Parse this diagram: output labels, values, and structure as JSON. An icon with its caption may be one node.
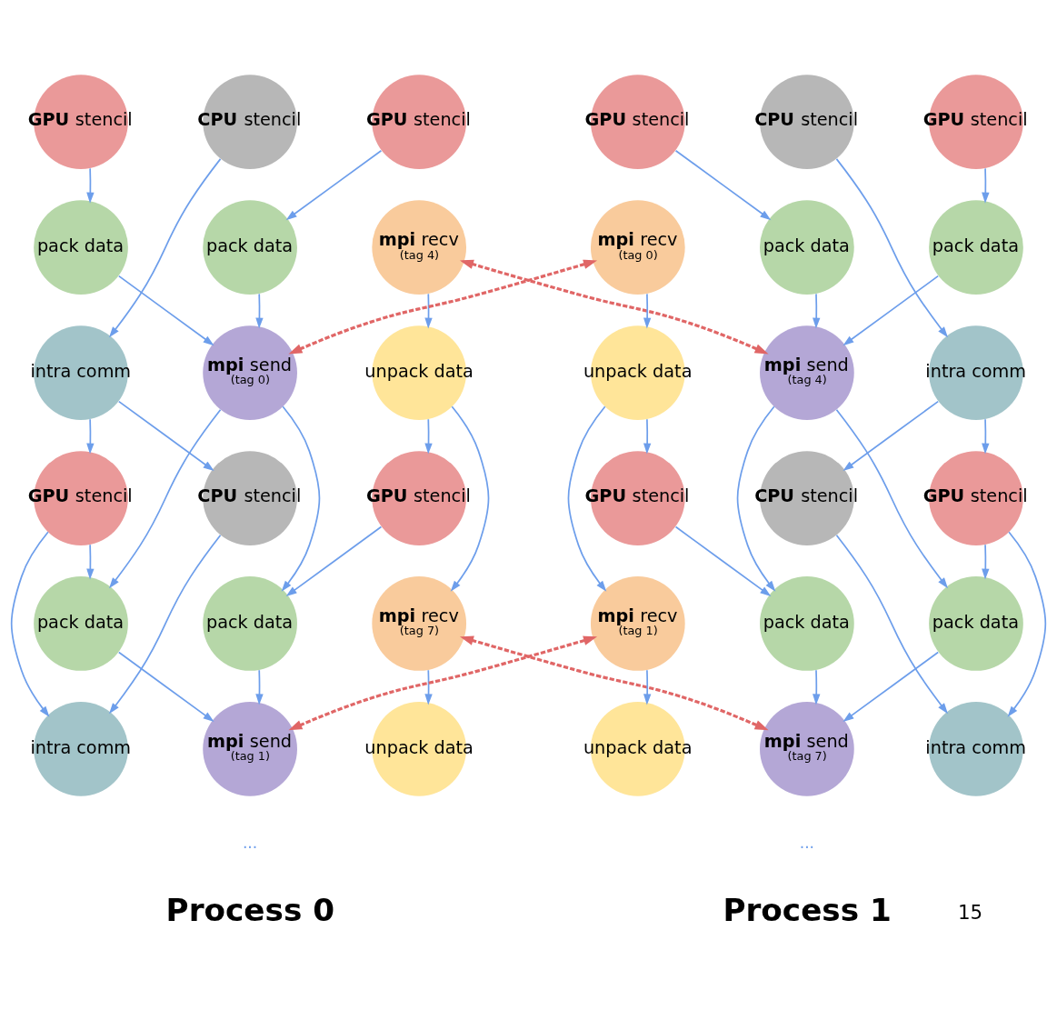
{
  "diagram": {
    "nodes": [
      {
        "text": [
          "**GPU** stencil"
        ]
      },
      {
        "text": [
          "**CPU** stencil"
        ]
      },
      {
        "text": [
          "**GPU** stencil"
        ]
      },
      {
        "text": [
          "pack data"
        ]
      },
      {
        "text": [
          "pack data"
        ]
      },
      {
        "text": [
          "**mpi** recv",
          "(tag 4)"
        ]
      },
      {
        "text": [
          "intra comm"
        ]
      },
      {
        "text": [
          "**mpi** send",
          "(tag 0)"
        ]
      },
      {
        "text": [
          "unpack data"
        ]
      },
      {
        "text": [
          "**GPU** stencil"
        ]
      },
      {
        "text": [
          "**CPU** stencil"
        ]
      },
      {
        "text": [
          "**GPU** stencil"
        ]
      },
      {
        "text": [
          "pack data"
        ]
      },
      {
        "text": [
          "pack data"
        ]
      },
      {
        "text": [
          "**mpi** recv",
          "(tag 7)"
        ]
      },
      {
        "text": [
          "intra comm"
        ]
      },
      {
        "text": [
          "**mpi** send",
          "(tag 1)"
        ]
      },
      {
        "text": [
          "unpack data"
        ]
      },
      {
        "text": [
          "**GPU** stencil"
        ]
      },
      {
        "text": [
          "**CPU** stencil"
        ]
      },
      {
        "text": [
          "**GPU** stencil"
        ]
      },
      {
        "text": [
          "**mpi** recv",
          "(tag 0)"
        ]
      },
      {
        "text": [
          "pack data"
        ]
      },
      {
        "text": [
          "pack data"
        ]
      },
      {
        "text": [
          "unpack data"
        ]
      },
      {
        "text": [
          "**mpi** send",
          "(tag 4)"
        ]
      },
      {
        "text": [
          "intra comm"
        ]
      },
      {
        "text": [
          "**GPU** stencil"
        ]
      },
      {
        "text": [
          "**CPU** stencil"
        ]
      },
      {
        "text": [
          "**GPU** stencil"
        ]
      },
      {
        "text": [
          "**mpi** recv",
          "(tag 1)"
        ]
      },
      {
        "text": [
          "pack data"
        ]
      },
      {
        "text": [
          "pack data"
        ]
      },
      {
        "text": [
          "unpack data"
        ]
      },
      {
        "text": [
          "**mpi** send",
          "(tag 7)"
        ]
      },
      {
        "text": [
          "intra comm"
        ]
      }
    ],
    "edges": [
      {
        "from": 0,
        "to": 3,
        "arrow": "to"
      },
      {
        "from": 1,
        "to": 6,
        "arrow": "to"
      },
      {
        "from": 2,
        "to": 4,
        "arrow": "to"
      },
      {
        "from": 3,
        "to": 7,
        "arrow": "to"
      },
      {
        "from": 4,
        "to": 7,
        "arrow": "to"
      },
      {
        "from": 5,
        "to": 8,
        "arrow": "to"
      },
      {
        "from": 6,
        "to": 9,
        "arrow": "to"
      },
      {
        "from": 6,
        "to": 10,
        "arrow": "to"
      },
      {
        "from": 7,
        "to": 12,
        "arrow": "to"
      },
      {
        "from": 7,
        "to": 13,
        "arrow": "to"
      },
      {
        "from": 8,
        "to": 11,
        "arrow": "to"
      },
      {
        "from": 8,
        "to": 14,
        "arrow": "to"
      },
      {
        "from": 9,
        "to": 12,
        "arrow": "to"
      },
      {
        "from": 9,
        "to": 15,
        "arrow": "to"
      },
      {
        "from": 10,
        "to": 15,
        "arrow": "to"
      },
      {
        "from": 11,
        "to": 13,
        "arrow": "to"
      },
      {
        "from": 12,
        "to": 16,
        "arrow": "to"
      },
      {
        "from": 13,
        "to": 16,
        "arrow": "to"
      },
      {
        "from": 14,
        "to": 17,
        "arrow": "to"
      },
      {
        "from": 18,
        "to": 22,
        "arrow": "to"
      },
      {
        "from": 19,
        "to": 26,
        "arrow": "to"
      },
      {
        "from": 20,
        "to": 23,
        "arrow": "to"
      },
      {
        "from": 21,
        "to": 24,
        "arrow": "to"
      },
      {
        "from": 22,
        "to": 25,
        "arrow": "to"
      },
      {
        "from": 23,
        "to": 25,
        "arrow": "to"
      },
      {
        "from": 24,
        "to": 27,
        "arrow": "to"
      },
      {
        "from": 24,
        "to": 30,
        "arrow": "to"
      },
      {
        "from": 25,
        "to": 31,
        "arrow": "to"
      },
      {
        "from": 25,
        "to": 32,
        "arrow": "to"
      },
      {
        "from": 26,
        "to": 28,
        "arrow": "to"
      },
      {
        "from": 26,
        "to": 29,
        "arrow": "to"
      },
      {
        "from": 27,
        "to": 31,
        "arrow": "to"
      },
      {
        "from": 28,
        "to": 35,
        "arrow": "to"
      },
      {
        "from": 29,
        "to": 32,
        "arrow": "to"
      },
      {
        "from": 29,
        "to": 35,
        "arrow": "to"
      },
      {
        "from": 30,
        "to": 33,
        "arrow": "to"
      },
      {
        "from": 31,
        "to": 34,
        "arrow": "to"
      },
      {
        "from": 32,
        "to": 34,
        "arrow": "to"
      },
      {
        "from": 7,
        "to": 21,
        "arrow": "both",
        "style": "dashed",
        "color": "#e06666"
      },
      {
        "from": 5,
        "to": 25,
        "arrow": "both",
        "style": "dashed",
        "color": "#e06666"
      },
      {
        "from": 16,
        "to": 30,
        "arrow": "both",
        "style": "dashed",
        "color": "#e06666"
      },
      {
        "from": 14,
        "to": 34,
        "arrow": "both",
        "style": "dashed",
        "color": "#e06666"
      }
    ],
    "labels": [
      "...",
      "...",
      "Process 0",
      "Process 1",
      "15"
    ]
  }
}
